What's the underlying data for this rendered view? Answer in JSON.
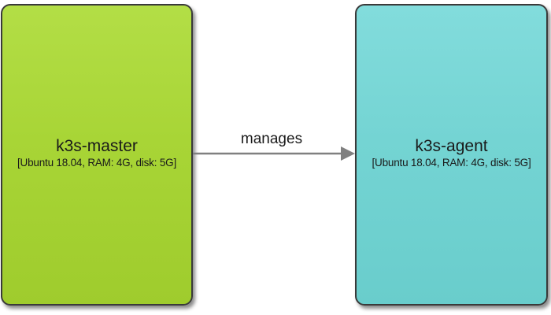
{
  "nodes": {
    "master": {
      "title": "k3s-master",
      "spec": "[Ubuntu 18.04, RAM: 4G, disk: 5G]",
      "color": "#a8d536"
    },
    "agent": {
      "title": "k3s-agent",
      "spec": "[Ubuntu 18.04, RAM: 4G, disk: 5G]",
      "color": "#74d4d3"
    }
  },
  "edge": {
    "label": "manages",
    "from": "k3s-master",
    "to": "k3s-agent",
    "color": "#808080"
  }
}
